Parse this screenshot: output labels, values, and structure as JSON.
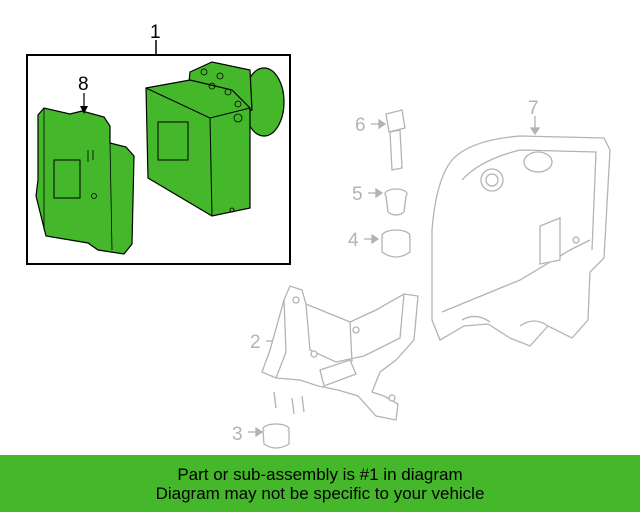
{
  "callouts": {
    "c1": "1",
    "c2": "2",
    "c3": "3",
    "c4": "4",
    "c5": "5",
    "c6": "6",
    "c7": "7",
    "c8": "8"
  },
  "banner": {
    "line1": "Part or sub-assembly is #1 in diagram",
    "line2": "Diagram may not be specific to your vehicle"
  },
  "colors": {
    "highlight": "#44b82a",
    "outline_dark": "#000000",
    "outline_light": "#b3b3b3"
  }
}
